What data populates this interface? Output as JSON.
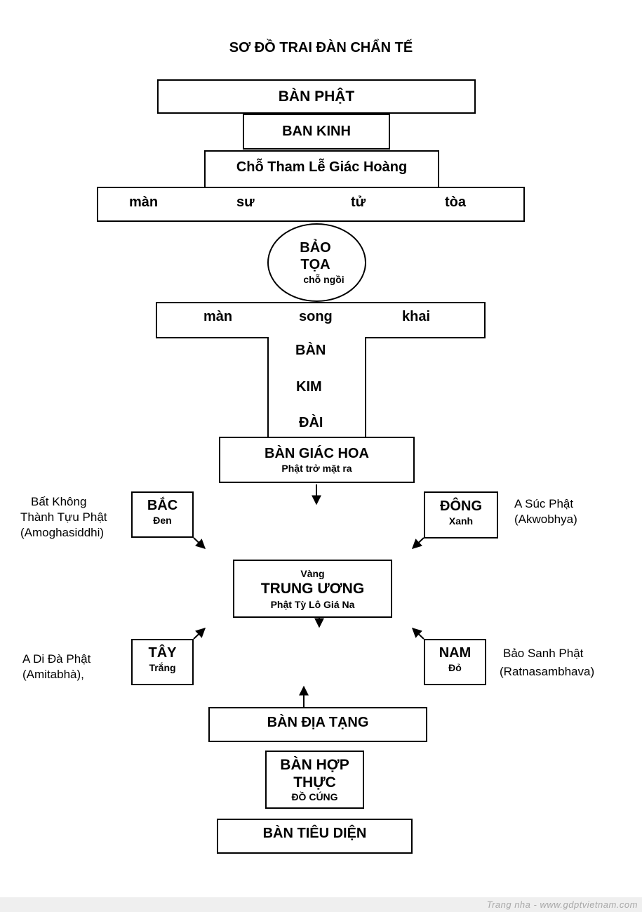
{
  "title": "SƠ ĐỒ TRAI ĐÀN CHẨN TẾ",
  "ban_phat": "BÀN PHẬT",
  "ban_kinh": "BAN KINH",
  "cho_tham_le": "Chỗ Tham Lễ Giác Hoàng",
  "man_su_tu_toa": [
    "màn",
    "sư",
    "tử",
    "tòa"
  ],
  "bao_toa": {
    "line1": "BẢO",
    "line2": "TỌA",
    "sub": "chỗ ngồi"
  },
  "man_song_khai": [
    "màn",
    "song",
    "khai"
  ],
  "ban_kim_dai": [
    "BÀN",
    "KIM",
    "ĐÀI"
  ],
  "ban_giac_hoa": {
    "title": "BÀN GIÁC HOA",
    "sub": "Phật trở mặt ra"
  },
  "bac": {
    "title": "BẮC",
    "sub": "Đen",
    "side": [
      "Bất Không",
      "Thành Tựu Phật",
      "(Amoghasiddhi)"
    ]
  },
  "dong": {
    "title": "ĐÔNG",
    "sub": "Xanh",
    "side": [
      "A Súc Phật",
      "(Akwobhya)"
    ]
  },
  "trung_uong": {
    "top": "Vàng",
    "title": "TRUNG ƯƠNG",
    "sub": "Phật Tỳ Lô Giá Na"
  },
  "tay": {
    "title": "TÂY",
    "sub": "Trắng",
    "side": [
      "A Di Đà Phật",
      "(Amitabhà),"
    ]
  },
  "nam": {
    "title": "NAM",
    "sub": "Đỏ",
    "side": [
      "Bảo Sanh Phật",
      "(Ratnasambhava)"
    ]
  },
  "ban_dia_tang": "BÀN ĐỊA TẠNG",
  "ban_hop_thuc": {
    "line1": "BÀN HỢP",
    "line2": "THỰC",
    "sub": "ĐỒ CÚNG"
  },
  "ban_tieu_dien": "BÀN TIÊU DIỆN",
  "footer": "Trang nha - www.gdptvietnam.com"
}
